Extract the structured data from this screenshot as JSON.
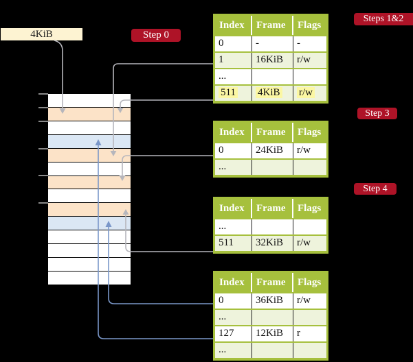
{
  "colors": {
    "background": "#000000",
    "table_header_green": "#a6c03d",
    "row_tint_green": "#eef3dc",
    "frame_peach": "#fce3c8",
    "frame_blue": "#dbe7f4",
    "size_box_cream": "#fdf3d2",
    "step_badge_red": "#ae1327",
    "highlight_yellow": "#fbf7a3",
    "gray_arrow": "#b6b6bc",
    "blue_arrow": "#7a97c9"
  },
  "size_label": "4KiB",
  "step_labels": {
    "step0": "Step 0",
    "steps12": "Steps 1&2",
    "step3": "Step 3",
    "step4": "Step 4"
  },
  "memory_column": {
    "rows": [
      "white",
      "peach",
      "white",
      "blue",
      "peach",
      "white",
      "peach",
      "white",
      "peach",
      "blue",
      "white",
      "white",
      "white",
      "white"
    ]
  },
  "tables": [
    {
      "name": "page-table-steps-1-2",
      "headers": [
        "Index",
        "Frame",
        "Flags"
      ],
      "rows": [
        {
          "cells": [
            "0",
            "-",
            "-"
          ],
          "tint": false,
          "highlight": false
        },
        {
          "cells": [
            "1",
            "16KiB",
            "r/w"
          ],
          "tint": true,
          "highlight": false
        },
        {
          "cells": [
            "...",
            "",
            ""
          ],
          "tint": false,
          "highlight": false
        },
        {
          "cells": [
            "511",
            "4KiB",
            "r/w"
          ],
          "tint": true,
          "highlight": true
        }
      ]
    },
    {
      "name": "page-table-step-3",
      "headers": [
        "Index",
        "Frame",
        "Flags"
      ],
      "rows": [
        {
          "cells": [
            "0",
            "24KiB",
            "r/w"
          ],
          "tint": false,
          "highlight": false
        },
        {
          "cells": [
            "...",
            "",
            ""
          ],
          "tint": true,
          "highlight": false
        }
      ]
    },
    {
      "name": "page-table-step-4",
      "headers": [
        "Index",
        "Frame",
        "Flags"
      ],
      "rows": [
        {
          "cells": [
            "...",
            "",
            ""
          ],
          "tint": false,
          "highlight": false
        },
        {
          "cells": [
            "511",
            "32KiB",
            "r/w"
          ],
          "tint": true,
          "highlight": false
        }
      ]
    },
    {
      "name": "page-table-final",
      "headers": [
        "Index",
        "Frame",
        "Flags"
      ],
      "rows": [
        {
          "cells": [
            "0",
            "36KiB",
            "r/w"
          ],
          "tint": false,
          "highlight": false
        },
        {
          "cells": [
            "...",
            "",
            ""
          ],
          "tint": true,
          "highlight": false
        },
        {
          "cells": [
            "127",
            "12KiB",
            "r"
          ],
          "tint": false,
          "highlight": false
        },
        {
          "cells": [
            "...",
            "",
            ""
          ],
          "tint": true,
          "highlight": false
        }
      ]
    }
  ]
}
